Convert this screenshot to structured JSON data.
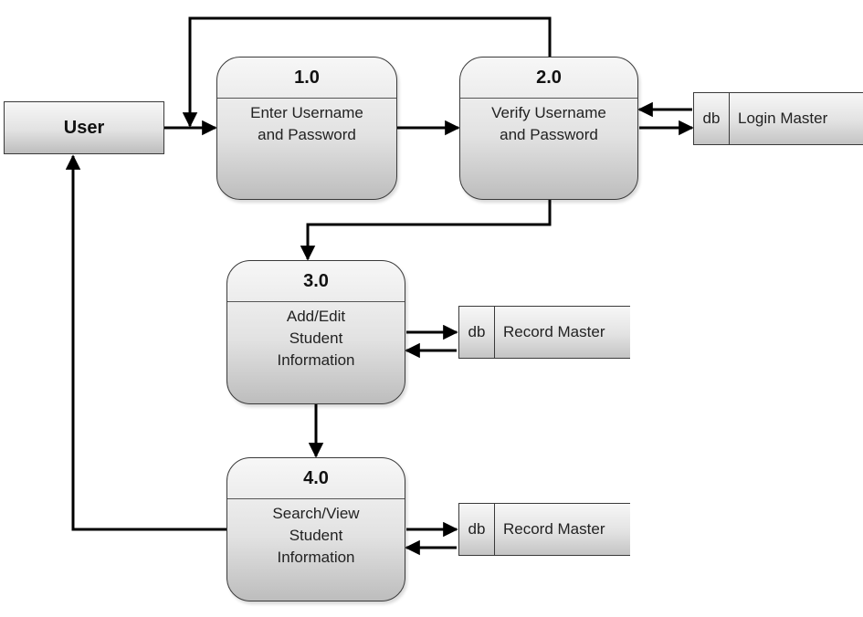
{
  "entity": {
    "label": "User"
  },
  "processes": [
    {
      "number": "1.0",
      "label": "Enter Username\nand Password"
    },
    {
      "number": "2.0",
      "label": "Verify Username\nand Password"
    },
    {
      "number": "3.0",
      "label": "Add/Edit\nStudent\nInformation"
    },
    {
      "number": "4.0",
      "label": "Search/View\nStudent\nInformation"
    }
  ],
  "stores": [
    {
      "tag": "db",
      "name": "Login Master"
    },
    {
      "tag": "db",
      "name": "Record Master"
    },
    {
      "tag": "db",
      "name": "Record Master"
    }
  ]
}
